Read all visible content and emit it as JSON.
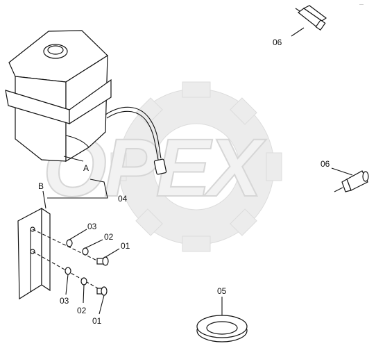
{
  "drawing": {
    "corner_mark": "—"
  },
  "watermark": {
    "text": "OPEX"
  },
  "callouts": {
    "bottle": "04",
    "view_a": "A",
    "view_b": "B",
    "switch_top": "06",
    "switch_right": "06",
    "grommet": "05",
    "upper_washer_03": "03",
    "upper_washer_02": "02",
    "upper_bolt_01": "01",
    "lower_washer_03": "03",
    "lower_washer_02": "02",
    "lower_bolt_01": "01"
  }
}
